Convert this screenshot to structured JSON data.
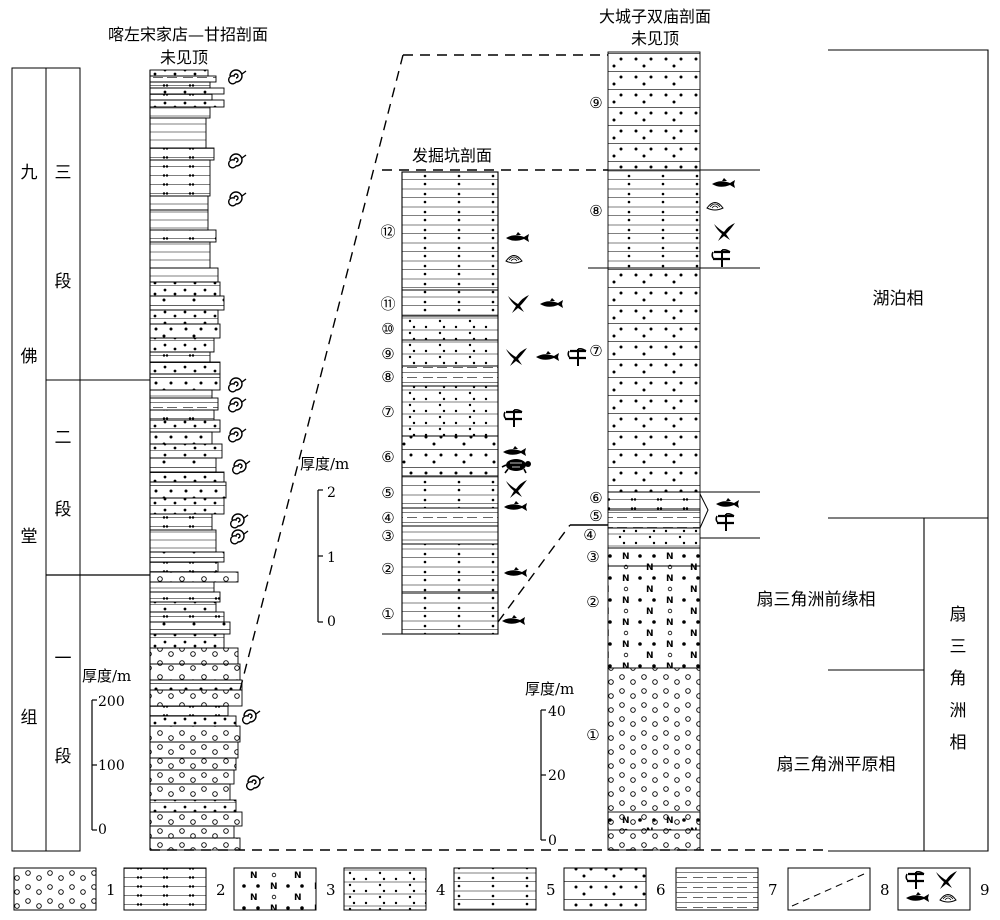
{
  "titles": {
    "left_section": "喀左宋家店—甘招剖面",
    "left_top": "未见顶",
    "right_section": "大城子双庙剖面",
    "right_top": "未见顶",
    "middle_section": "发掘坑剖面"
  },
  "formation": {
    "name_chars": [
      "九",
      "佛",
      "堂",
      "组"
    ],
    "members": [
      {
        "chars": [
          "三",
          "段"
        ]
      },
      {
        "chars": [
          "二",
          "段"
        ]
      },
      {
        "chars": [
          "一",
          "段"
        ]
      }
    ]
  },
  "scales": {
    "left": {
      "label": "厚度/m",
      "ticks": [
        "200",
        "100",
        "0"
      ]
    },
    "middle": {
      "label": "厚度/m",
      "ticks": [
        "2",
        "1",
        "0"
      ]
    },
    "right": {
      "label": "厚度/m",
      "ticks": [
        "40",
        "20",
        "0"
      ]
    }
  },
  "middle_beds": [
    "⑫",
    "⑪",
    "⑩",
    "⑨",
    "⑧",
    "⑦",
    "⑥",
    "⑤",
    "④",
    "③",
    "②",
    "①"
  ],
  "right_beds": [
    "⑨",
    "⑧",
    "⑦",
    "⑥",
    "⑤",
    "④",
    "③",
    "②",
    "①"
  ],
  "facies": {
    "lake": "湖泊相",
    "fan_front": "扇三角洲前缘相",
    "fan_plain": "扇三角洲平原相",
    "fan_delta_chars": [
      "扇",
      "三",
      "角",
      "洲",
      "相"
    ]
  },
  "legend": [
    "1",
    "2",
    "3",
    "4",
    "5",
    "6",
    "7",
    "8",
    "9"
  ],
  "icons": {
    "fossil_shell": "spiral-shell-icon",
    "fish": "fish-icon",
    "bird": "bird-icon",
    "plant": "plant-icon",
    "bivalve": "bivalve-icon",
    "turtle": "turtle-icon"
  }
}
